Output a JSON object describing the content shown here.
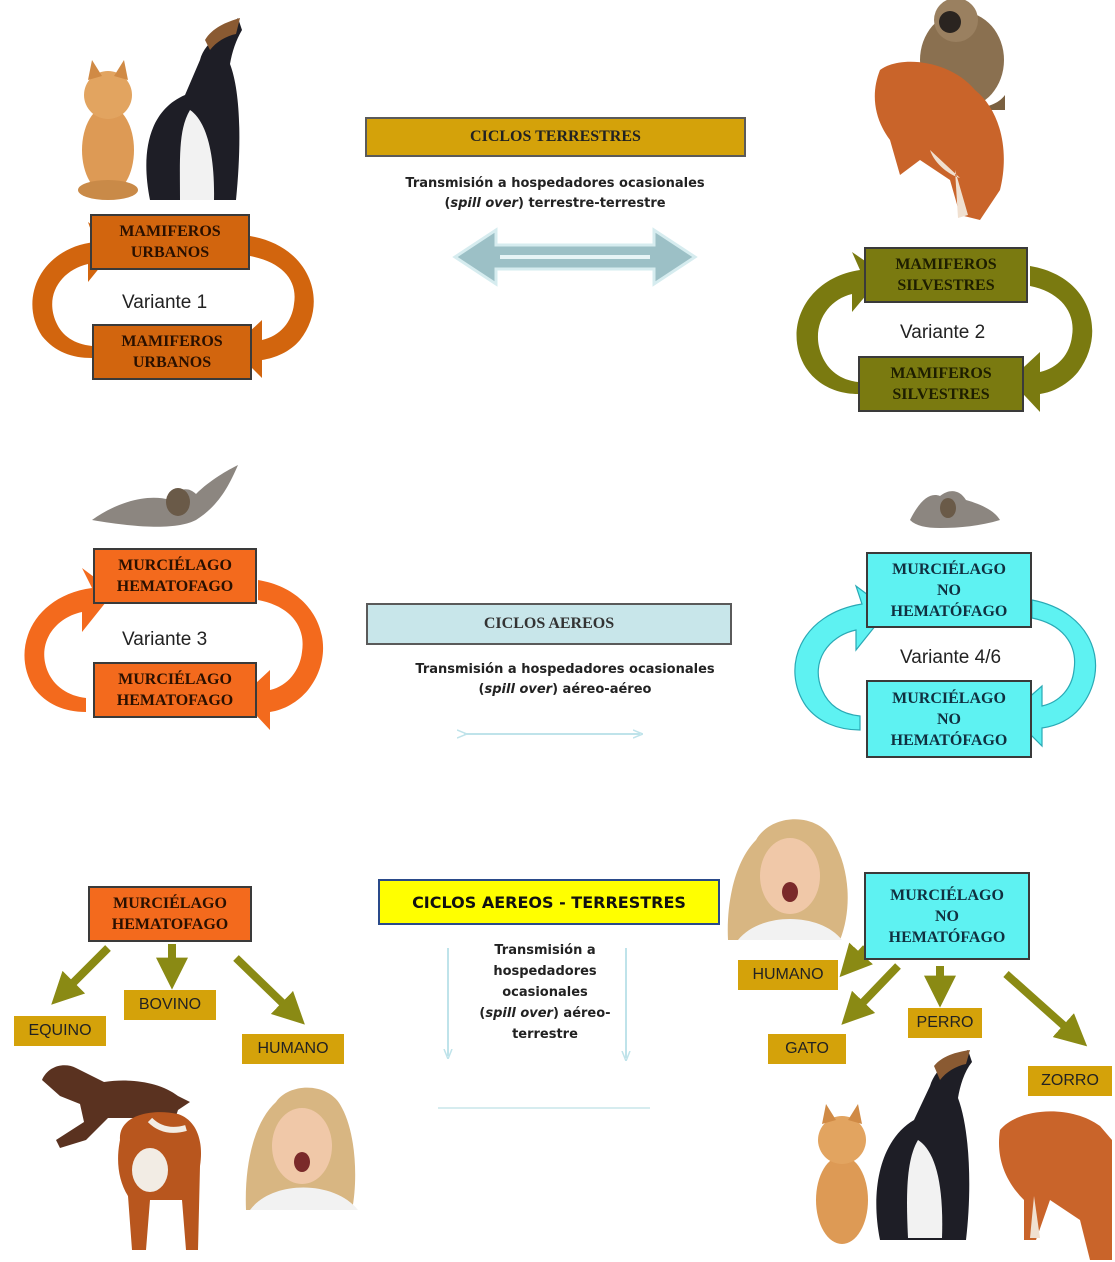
{
  "terrestres": {
    "title": "CICLOS TERRESTRES",
    "transmission_line1": "Transmisión a hospedadores ocasionales",
    "transmission_line2_italic": "spill over",
    "transmission_line2_rest": " terrestre-terrestre",
    "left": {
      "top_line1": "MAMIFEROS",
      "top_line2": "URBANOS",
      "bottom_line1": "MAMIFEROS",
      "bottom_line2": "URBANOS",
      "variant": "Variante 1"
    },
    "right": {
      "top_line1": "MAMIFEROS",
      "top_line2": "SILVESTRES",
      "bottom_line1": "MAMIFEROS",
      "bottom_line2": "SILVESTRES",
      "variant": "Variante 2"
    }
  },
  "aereos": {
    "title": "CICLOS AEREOS",
    "transmission_line1": "Transmisión a hospedadores ocasionales",
    "transmission_line2_italic": "spill over",
    "transmission_line2_rest": " aéreo-aéreo",
    "left": {
      "top_line1": "MURCIÉLAGO",
      "top_line2": "HEMATOFAGO",
      "bottom_line1": "MURCIÉLAGO",
      "bottom_line2": "HEMATOFAGO",
      "variant": "Variante 3"
    },
    "right": {
      "top_line1": "MURCIÉLAGO",
      "top_line2": "NO",
      "top_line3": "HEMATÓFAGO",
      "bottom_line1": "MURCIÉLAGO",
      "bottom_line2": "NO",
      "bottom_line3": "HEMATÓFAGO",
      "variant": "Variante 4/6"
    }
  },
  "aereos_terrestres": {
    "title": "CICLOS AEREOS - TERRESTRES",
    "transmission_lines": [
      "Transmisión a",
      "hospedadores",
      "ocasionales"
    ],
    "transmission_italic": "spill over",
    "transmission_after": " aéreo-",
    "transmission_last": "terrestre",
    "left": {
      "box_line1": "MURCIÉLAGO",
      "box_line2": "HEMATOFAGO",
      "targets": [
        "EQUINO",
        "BOVINO",
        "HUMANO"
      ]
    },
    "right": {
      "box_line1": "MURCIÉLAGO",
      "box_line2": "NO",
      "box_line3": "HEMATÓFAGO",
      "targets": [
        "HUMANO",
        "GATO",
        "PERRO",
        "ZORRO"
      ]
    }
  },
  "colors": {
    "urbanos": "#d2650e",
    "silvestres": "#7a7a10",
    "hematofago": "#f36a1d",
    "no_hematofago": "#5ef2f2",
    "header_terrestres": "#d4a20a",
    "header_aereos": "#c8e6ea",
    "header_aereos_terrestres": "#ffff00",
    "target_label": "#d4a20a"
  }
}
